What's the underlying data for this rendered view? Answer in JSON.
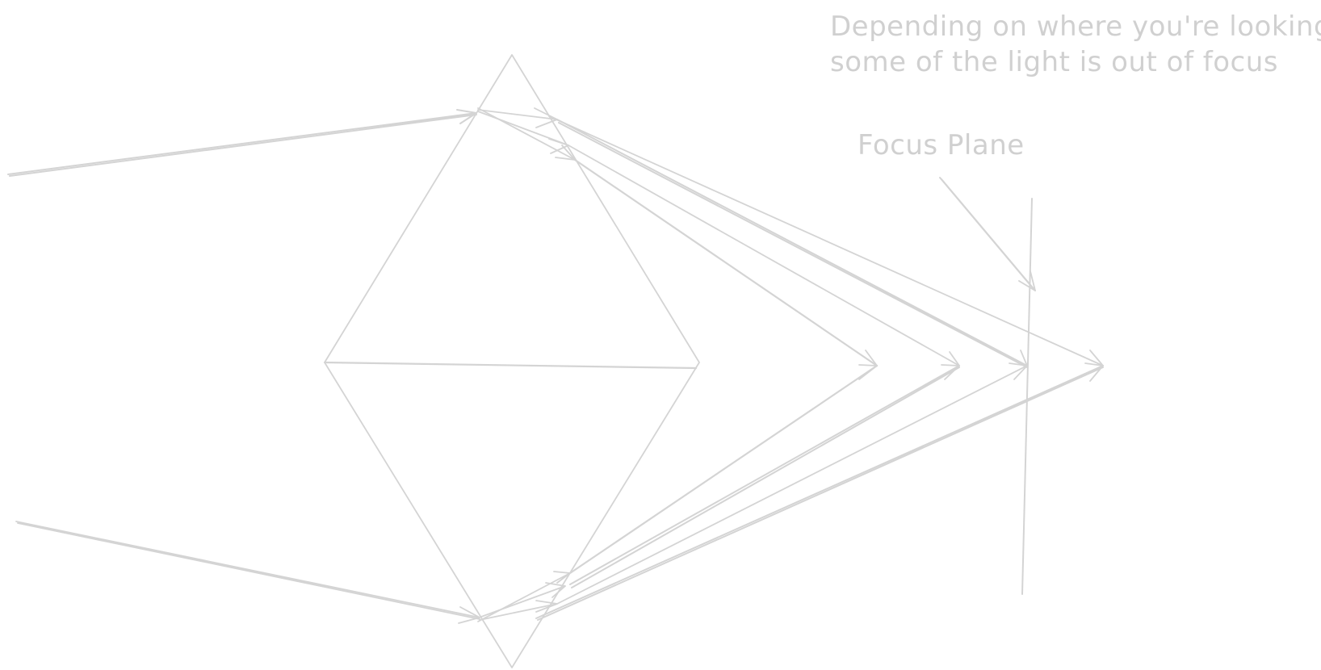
{
  "diagram": {
    "stroke_color": "#d4d4d4",
    "text_color": "#d0d0d0",
    "annotation": {
      "line1": "Depending on where you're looking",
      "line2": "some of the light is out of focus"
    },
    "focus_plane_label": "Focus Plane"
  }
}
